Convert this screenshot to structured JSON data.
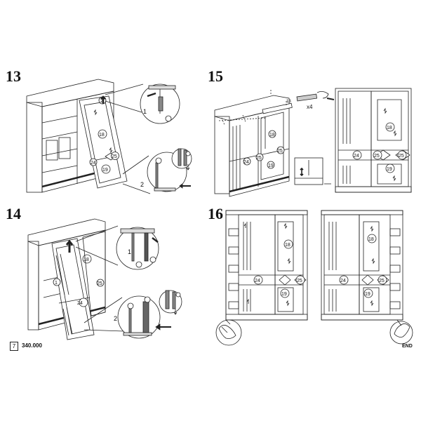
{
  "steps": {
    "s13": "13",
    "s14": "14",
    "s15": "15",
    "s16": "16"
  },
  "callouts": {
    "c1": "1",
    "c2": "2",
    "n18": "18",
    "n19": "19",
    "n24": "24",
    "n25": "25",
    "n13": "13",
    "x4": "x4"
  },
  "footer": {
    "page": "7",
    "code": "340.000",
    "end": "END"
  }
}
